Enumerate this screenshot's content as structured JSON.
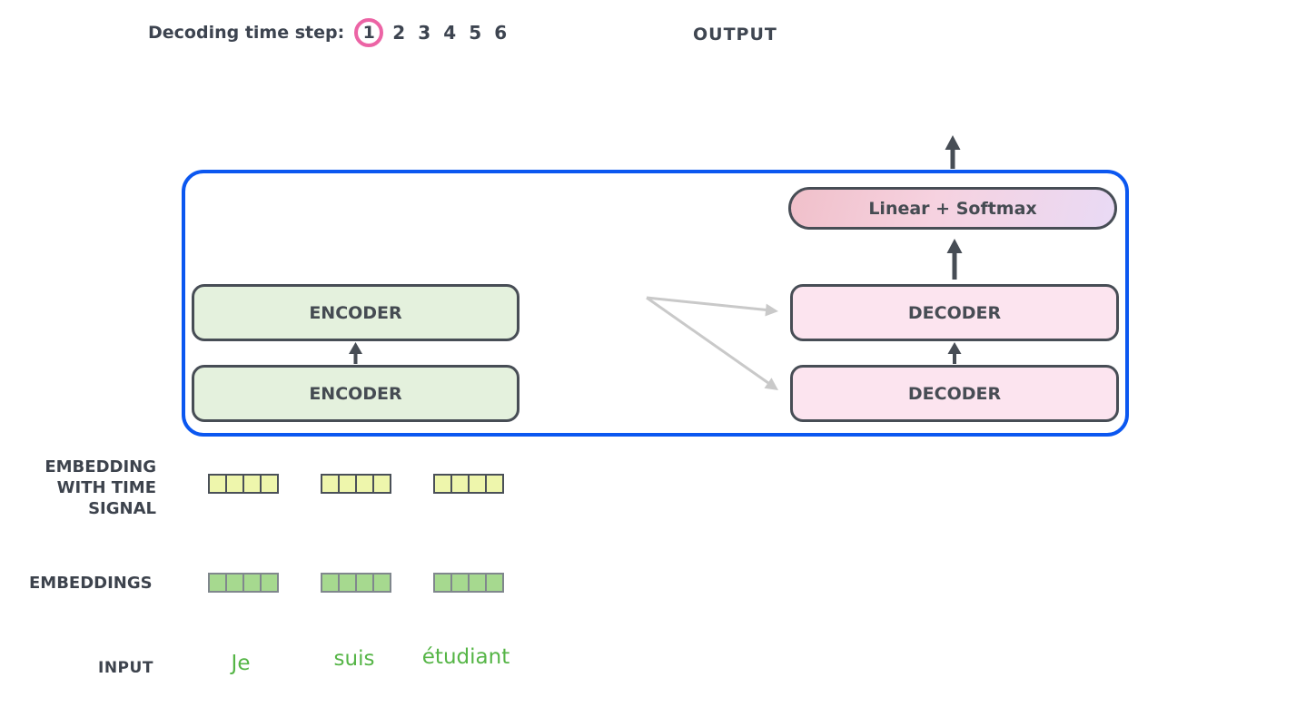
{
  "header": {
    "decoding_label": "Decoding time step:",
    "steps": [
      "1",
      "2",
      "3",
      "4",
      "5",
      "6"
    ],
    "active_step": "1",
    "output_label": "OUTPUT"
  },
  "model": {
    "encoders": [
      "ENCODER",
      "ENCODER"
    ],
    "decoders": [
      "DECODER",
      "DECODER"
    ],
    "linear_softmax": "Linear + Softmax"
  },
  "labels": {
    "embedding_time_lines": [
      "EMBEDDING",
      "WITH TIME",
      "SIGNAL"
    ],
    "embeddings": "EMBEDDINGS",
    "input": "INPUT"
  },
  "input_tokens": [
    "Je",
    "suis",
    "étudiant"
  ],
  "embedding": {
    "vector_count": 3,
    "cells_per_vector": 4
  },
  "colors": {
    "boundary_blue": "#0b57f0",
    "active_step_pink": "#ec64a5",
    "encoder_fill": "#e4f1dd",
    "decoder_fill": "#fce4ef",
    "linear_gradient_start": "#f0c0ca",
    "linear_gradient_end": "#e9daf5",
    "time_signal_cell_yellow": "#eef6ac",
    "embedding_cell_green": "#a6d98f",
    "input_text_green": "#55b546",
    "dark_slate": "#3f4550",
    "connector_gray": "#c9c9c9"
  }
}
